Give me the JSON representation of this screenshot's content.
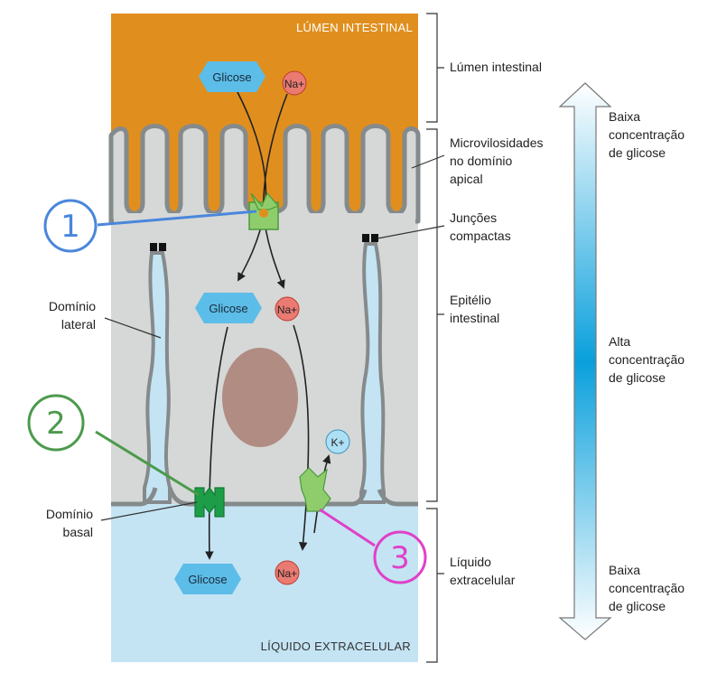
{
  "regions": {
    "lumen_title": "LÚMEN INTESTINAL",
    "fluid_title": "LÍQUIDO EXTRACELULAR"
  },
  "right_labels": {
    "lumen": "Lúmen intestinal",
    "microvilli": [
      "Microvilosidades",
      "no domínio",
      "apical"
    ],
    "junctions": [
      "Junções",
      "compactas"
    ],
    "epithelium": [
      "Epitélio",
      "intestinal"
    ],
    "fluid": [
      "Líquido",
      "extracelular"
    ]
  },
  "left_labels": {
    "lateral": [
      "Domínio",
      "lateral"
    ],
    "basal": [
      "Domínio",
      "basal"
    ]
  },
  "molecules": {
    "glucose_top": "Glicose",
    "glucose_mid": "Glicose",
    "glucose_bottom": "Glicose",
    "na_top": "Na+",
    "na_mid": "Na+",
    "na_bottom": "Na+",
    "k": "K+"
  },
  "gradient": {
    "top": [
      "Baixa",
      "concentração",
      "de glicose"
    ],
    "middle": [
      "Alta",
      "concentração",
      "de glicose"
    ],
    "bottom": [
      "Baixa",
      "concentração",
      "de glicose"
    ]
  },
  "annotations": {
    "one": "1",
    "two": "2",
    "three": "3"
  },
  "colors": {
    "lumen": "#e08f1e",
    "epithelium": "#d5d8d6",
    "fluid": "#c4e4f4",
    "membrane": "#858a8c",
    "glucose": "#5cbde8",
    "sodium": "#ea7b73",
    "potassium": "#aee0f5",
    "transporter_light": "#8fcd6c",
    "transporter_dark": "#1e9d48",
    "nucleus": "#b08c83",
    "gradient_mid": "#0aa0dc",
    "annot_blue": "#4a86dc",
    "annot_green": "#4c9a4c",
    "annot_pink": "#e040c8"
  }
}
